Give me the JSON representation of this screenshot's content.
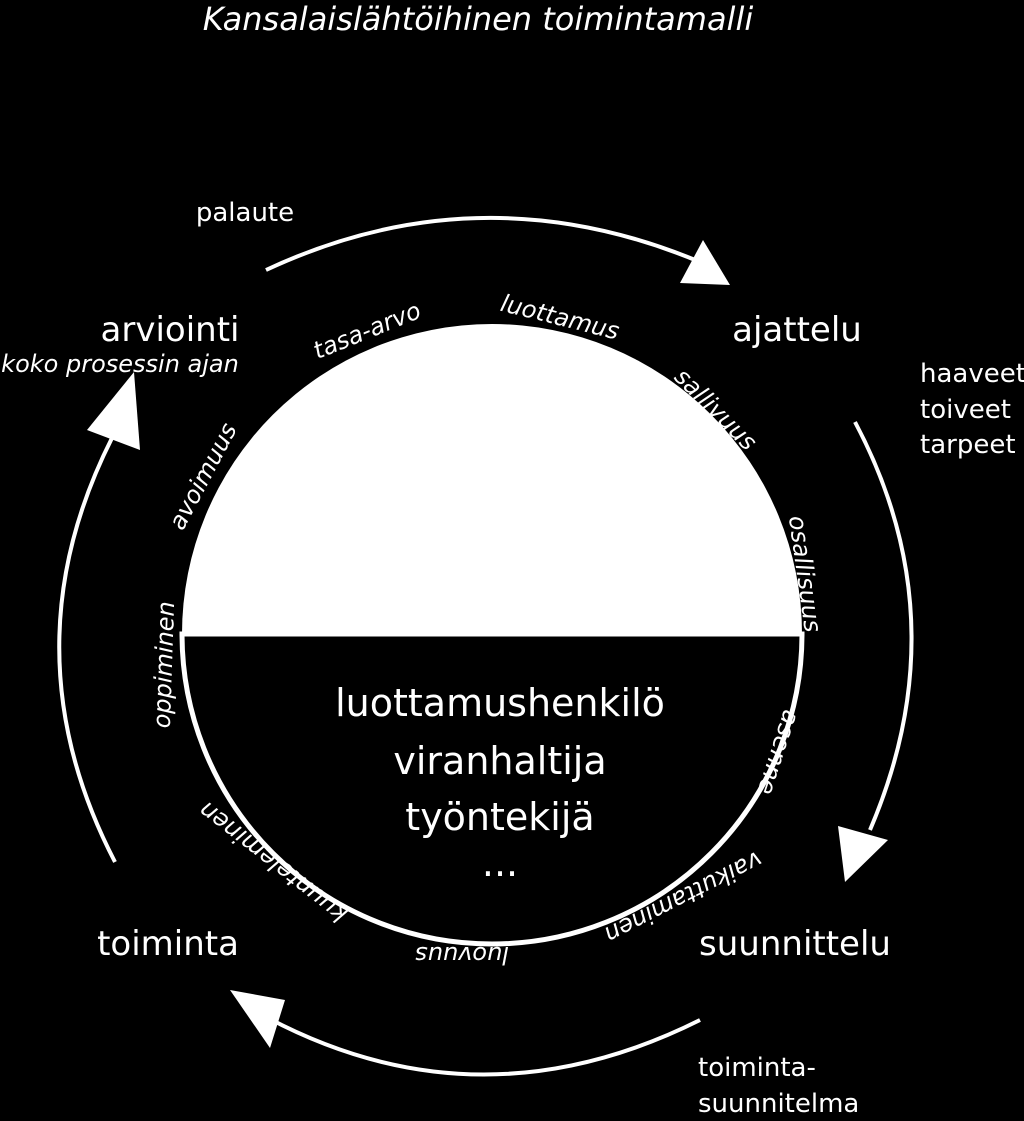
{
  "title": "Kansalaislähtöihinen toimintamalli",
  "stages": {
    "arviointi": "arviointi",
    "arviointi_sub": "koko prosessin ajan",
    "ajattelu": "ajattelu",
    "suunnittelu": "suunnittelu",
    "toiminta": "toiminta"
  },
  "arrow_labels": {
    "palaute": "palaute",
    "needs": [
      "haaveet",
      "toiveet",
      "tarpeet"
    ],
    "plan": [
      "toiminta-",
      "suunnitelma"
    ]
  },
  "values": {
    "tasa_arvo": "tasa-arvo",
    "luottamus": "luottamus",
    "sallivuus": "sallivuus",
    "osallisuus": "osallisuus",
    "asenne": "asenne",
    "vaikuttaminen": "vaikuttaminen",
    "luovuus": "luovuus",
    "kuunteleminen": "kuunteleminen",
    "oppiminen": "oppiminen",
    "avoimuus": "avoimuus"
  },
  "roles": [
    "luottamushenkilö",
    "viranhaltija",
    "työntekijä",
    "..."
  ],
  "colors": {
    "background": "#000000",
    "foreground": "#ffffff"
  }
}
